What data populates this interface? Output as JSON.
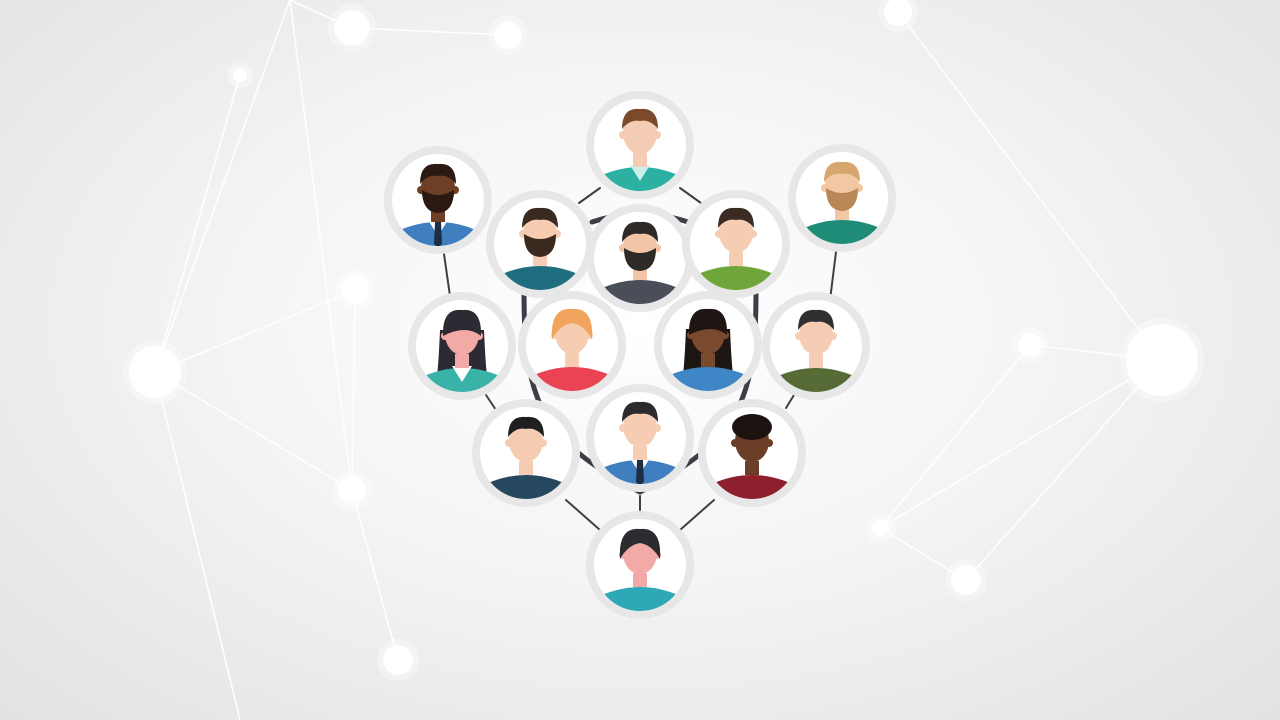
{
  "palette": {
    "background_center": "#ffffff",
    "background_edge": "#e2e2e2",
    "network_line": "#ffffff",
    "connector": "#3c3f44",
    "shield": "#3b3f45",
    "avatar_ring": "#e7e7e7",
    "avatar_fill": "#ffffff"
  },
  "people": [
    {
      "id": "top-man",
      "skin": "#f4cbb3",
      "hair": "#7a4a2b",
      "shirt": "#2bb0a2",
      "collar": "#cdeee9",
      "beard": "",
      "hair_style": "short"
    },
    {
      "id": "upper-left-businessman",
      "skin": "#6d3f25",
      "hair": "#2a1a12",
      "shirt": "#3f7fc0",
      "collar": "#ffffff",
      "beard": "#2a1a12",
      "hair_style": "short",
      "tie": "#1d2d44"
    },
    {
      "id": "upper-right-bearded-man",
      "skin": "#f2c7a4",
      "hair": "#d6a66e",
      "shirt": "#1f8c78",
      "collar": "",
      "beard": "#b98656",
      "hair_style": "short"
    },
    {
      "id": "center-left-bearded-man",
      "skin": "#f6cdb3",
      "hair": "#3b2a20",
      "shirt": "#1f6e80",
      "collar": "",
      "beard": "#3b2a20",
      "hair_style": "short"
    },
    {
      "id": "center-bearded-man",
      "skin": "#f2c5a6",
      "hair": "#2e2a27",
      "shirt": "#4a4e58",
      "collar": "",
      "beard": "#2e2a27",
      "hair_style": "short"
    },
    {
      "id": "center-right-man",
      "skin": "#f6cdb3",
      "hair": "#3a2c22",
      "shirt": "#6fa53a",
      "collar": "",
      "beard": "",
      "hair_style": "short"
    },
    {
      "id": "left-woman",
      "skin": "#f3a9a6",
      "hair": "#2d2a33",
      "shirt": "#39b3a7",
      "collar": "#ffffff",
      "beard": "",
      "hair_style": "long"
    },
    {
      "id": "mid-left-woman",
      "skin": "#f6cdb3",
      "hair": "#f0a45d",
      "shirt": "#ea4354",
      "collar": "",
      "beard": "",
      "hair_style": "bob"
    },
    {
      "id": "mid-right-woman",
      "skin": "#7a4a2f",
      "hair": "#1e1613",
      "shirt": "#3f86c6",
      "collar": "",
      "beard": "",
      "hair_style": "long"
    },
    {
      "id": "right-man",
      "skin": "#f5cdb4",
      "hair": "#2f2f2f",
      "shirt": "#566b36",
      "collar": "",
      "beard": "",
      "hair_style": "short"
    },
    {
      "id": "lower-left-man",
      "skin": "#f5cbb1",
      "hair": "#1f1f22",
      "shirt": "#26485e",
      "collar": "",
      "beard": "",
      "hair_style": "short"
    },
    {
      "id": "lower-center-man",
      "skin": "#f6cdb3",
      "hair": "#2b2b2e",
      "shirt": "#3f7fc0",
      "collar": "#ffffff",
      "beard": "",
      "hair_style": "short",
      "tie": "#1d2d44"
    },
    {
      "id": "lower-right-woman",
      "skin": "#6a3e27",
      "hair": "#1d1411",
      "shirt": "#8e1f2c",
      "collar": "",
      "beard": "",
      "hair_style": "curly"
    },
    {
      "id": "bottom-woman",
      "skin": "#f3a9a6",
      "hair": "#2b2b30",
      "shirt": "#2fa8b5",
      "collar": "",
      "beard": "",
      "hair_style": "bob"
    }
  ]
}
